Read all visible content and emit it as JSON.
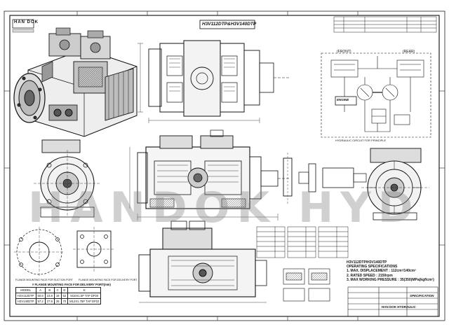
{
  "drawing": {
    "title": "H3V112DTP&H3V140DTP",
    "watermark": "HANDOK HYD",
    "logo_text": "HAN DOK",
    "circuit_front": "(FRONT)",
    "circuit_rear": "(REAR)",
    "engine_label": "ENGINE",
    "circuit_caption": "HYDRAULIC CIRCUIT FOR PRINCIPLE",
    "flange_top_caption": "FLANGE MOUNTING FACE FOR SUCTION PORT",
    "flange_bottom_caption": "FLANGE MOUNTING FACE FOR DELIVERY PORT",
    "table_title": "# FLANGE MOUNTING FACE FOR DELIVERY PORT(mm)"
  },
  "flange_table": {
    "headers": [
      "MODEL",
      "A",
      "B",
      "C",
      "D",
      "E"
    ],
    "rows": [
      [
        "H3V112DTP",
        "50.8",
        "23.8",
        "19",
        "52",
        "M10X1.5P TAP DP20"
      ],
      [
        "H3V140DTP",
        "57.2",
        "27.8",
        "25",
        "70",
        "M12X1.75P TAP DP22"
      ]
    ]
  },
  "specifications": {
    "heading": "H3V112DTP/H3V140DTP",
    "subheading": "OPERATING SPECIFICATIONS",
    "items": [
      "1. MAX. DISPLACEMENT : 112cm³/140cm³",
      "2. RATED SPEED : 2150rpm",
      "3. MAX WORKING PRESSURE : 35(350)MPa(kgf/cm²)"
    ]
  },
  "title_block": {
    "company": "HAN DOK HYDRAULIC",
    "sheet_label": "SPECIFICATION"
  }
}
